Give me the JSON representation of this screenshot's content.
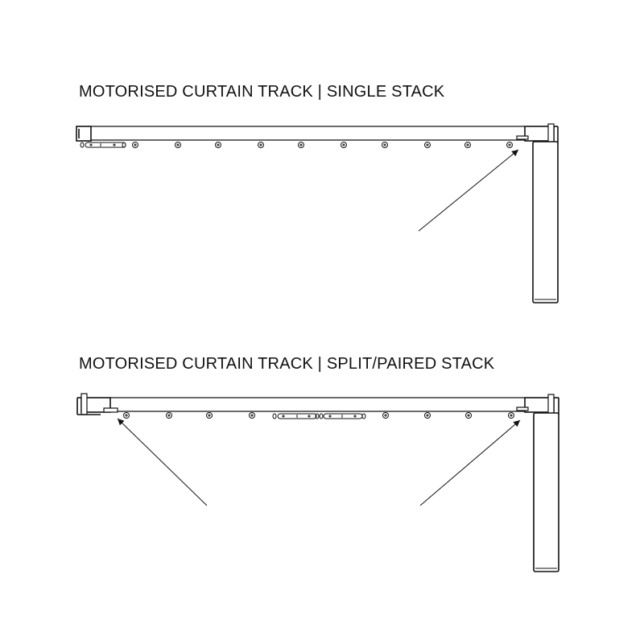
{
  "diagrams": [
    {
      "id": "single",
      "title": "MOTORISED CURTAIN TRACK | SINGLE STACK"
    },
    {
      "id": "split",
      "title": "MOTORISED CURTAIN TRACK | SPLIT/PAIRED STACK"
    }
  ],
  "colors": {
    "line": "#111111",
    "background": "#ffffff"
  }
}
